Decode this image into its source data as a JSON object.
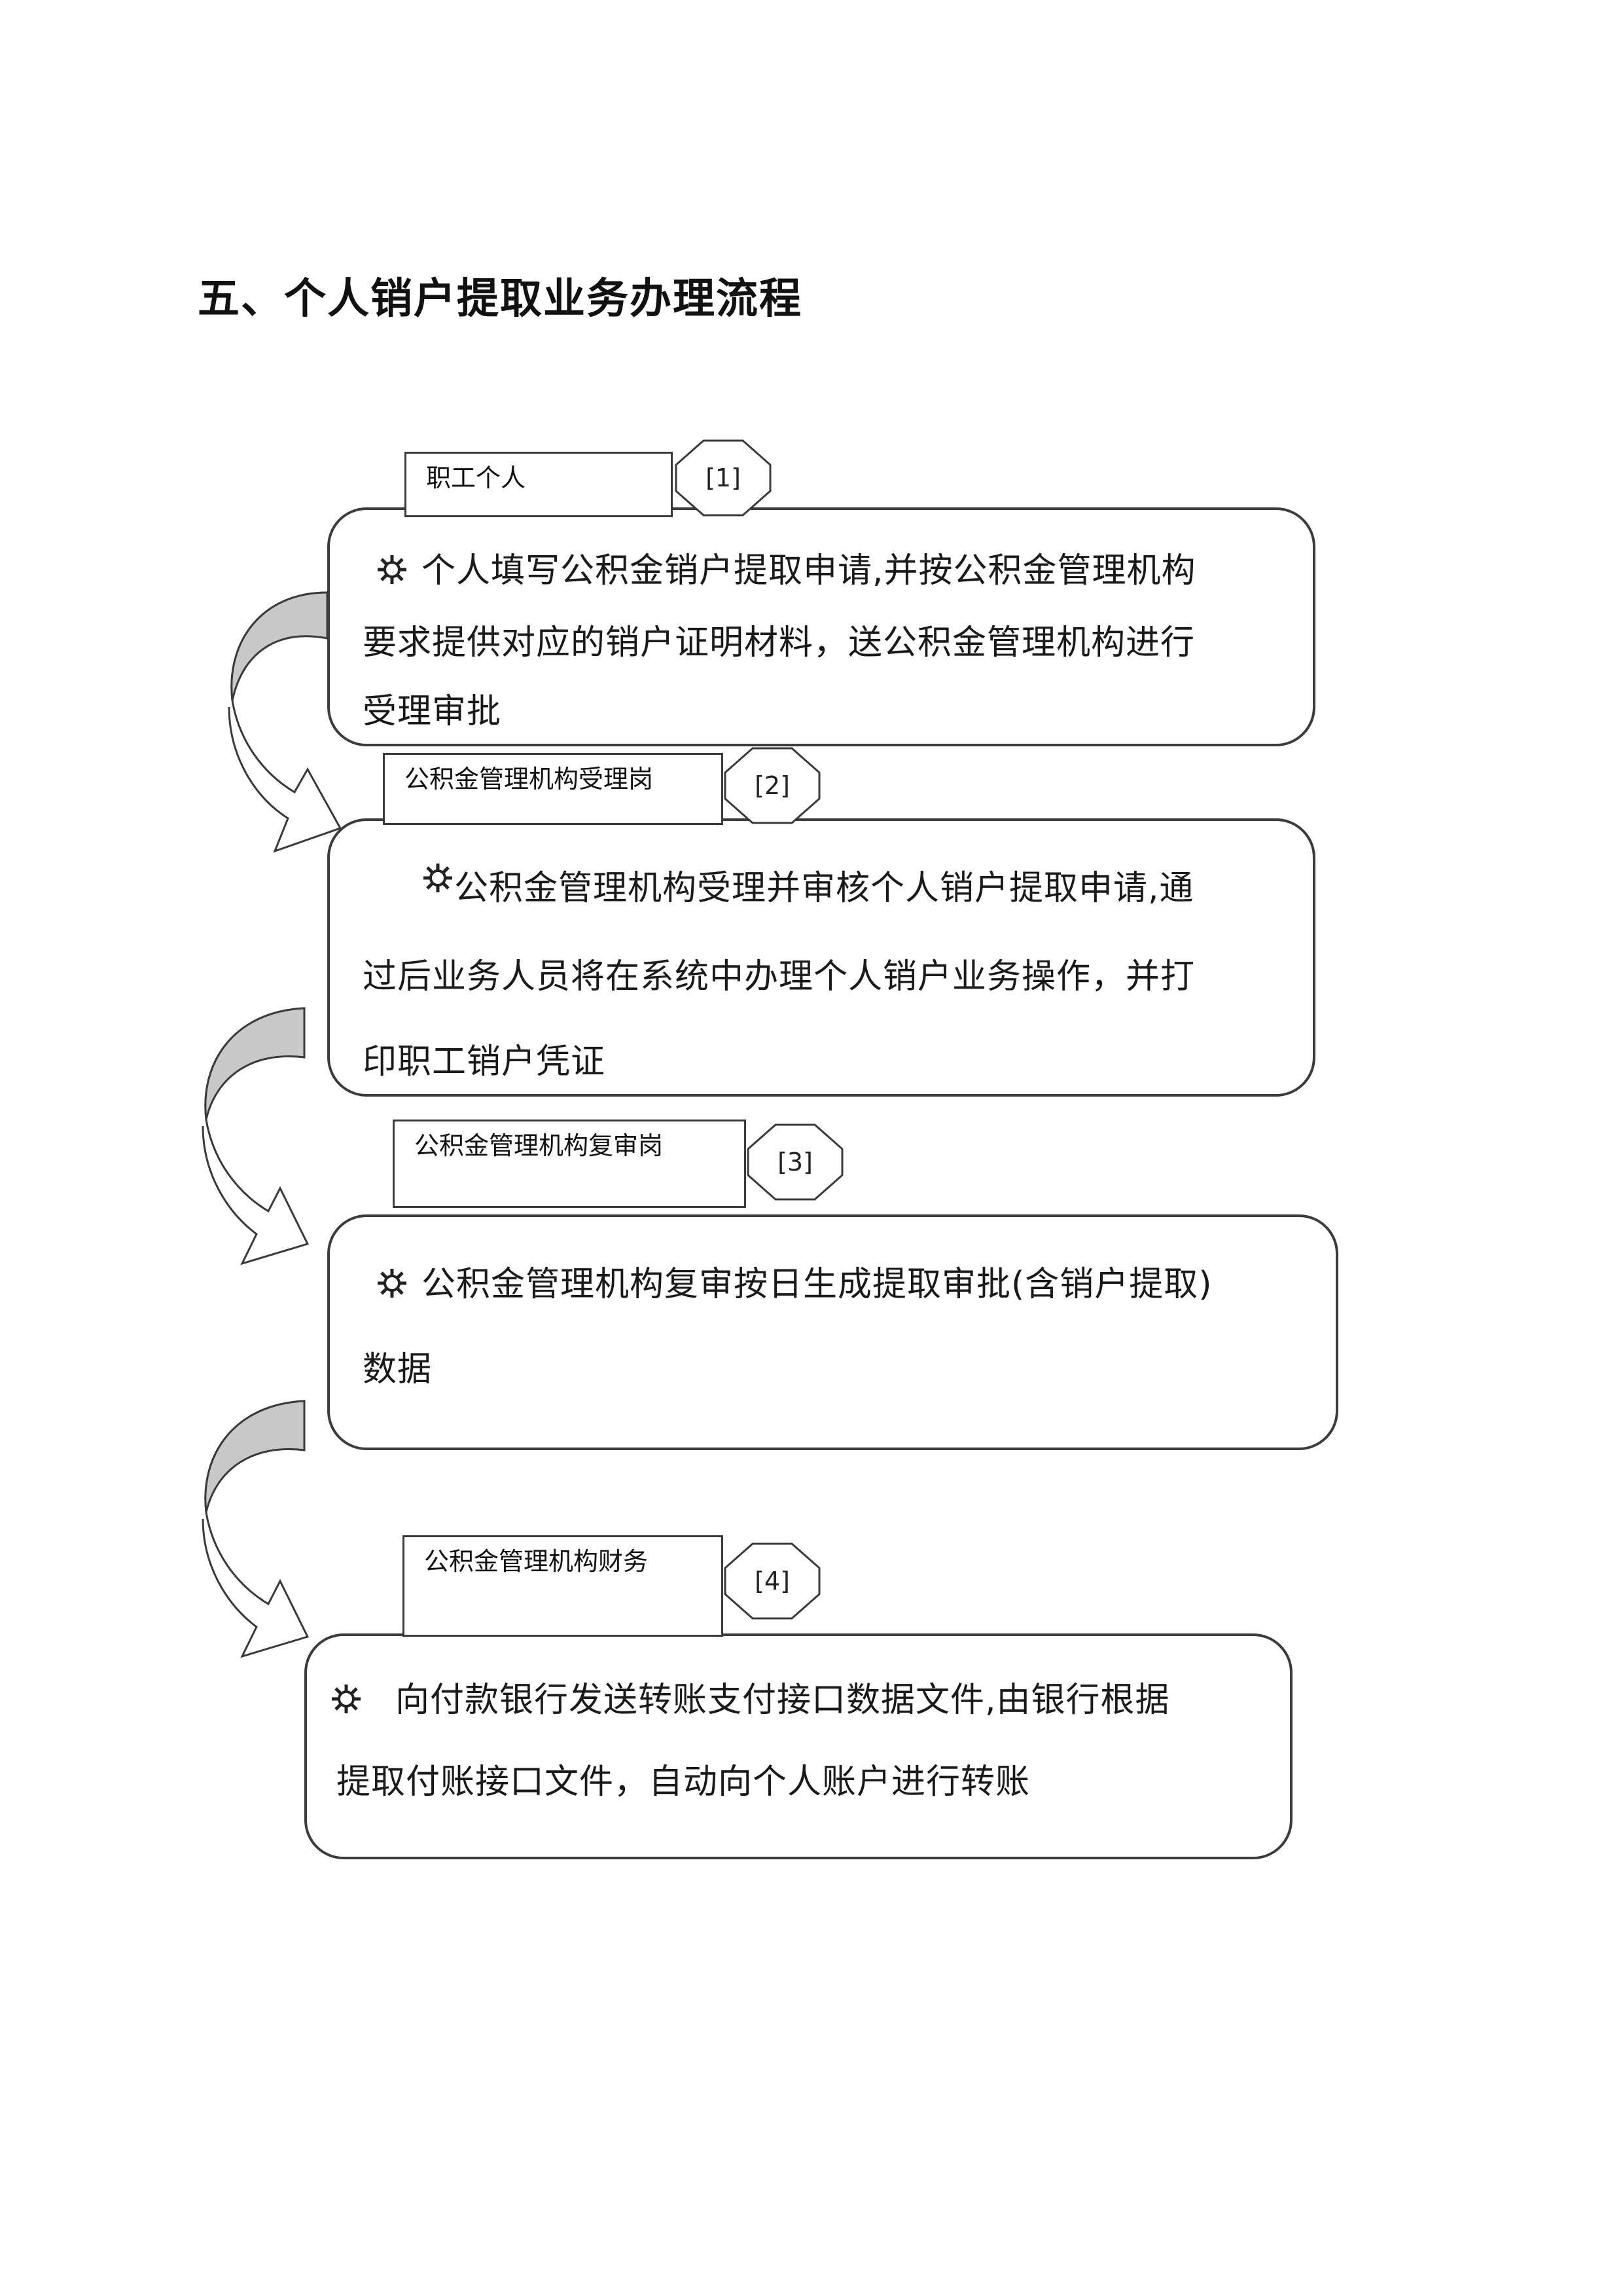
{
  "title": "五、个人销户提取业务办理流程",
  "steps": [
    {
      "number": "[1]",
      "role": "职工个人",
      "lines": [
        "个人填写公积金销户提取申请,并按公积金管理机构",
        "要求提供对应的销户证明材料，送公积金管理机构进行",
        "受理审批"
      ]
    },
    {
      "number": "[2]",
      "role": "公积金管理机构受理岗",
      "lines": [
        "公积金管理机构受理并审核个人销户提取申请,通",
        "过后业务人员将在系统中办理个人销户业务操作，并打",
        "印职工销户凭证"
      ]
    },
    {
      "number": "[3]",
      "role": "公积金管理机构复审岗",
      "lines": [
        "公积金管理机构复审按日生成提取审批(含销户提取)",
        "数据"
      ]
    },
    {
      "number": "[4]",
      "role": "公积金管理机构财务",
      "lines": [
        "向付款银行发送转账支付接口数据文件,由银行根据",
        "提取付账接口文件，自动向个人账户进行转账"
      ]
    }
  ],
  "icons": {
    "step_bullet": "sun-icon",
    "transition": "curved-arrow-icon"
  },
  "colors": {
    "border": "#3c3c3c",
    "arrow_fill": "#c8c8c8",
    "background": "#ffffff"
  }
}
